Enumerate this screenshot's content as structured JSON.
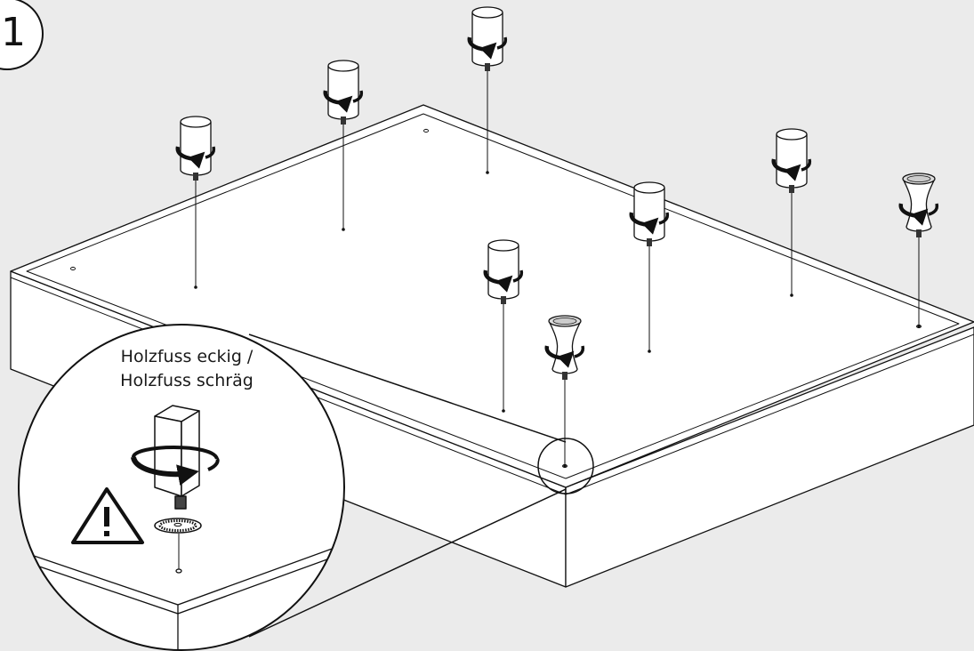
{
  "step": {
    "number": "1"
  },
  "callout": {
    "line1": "Holzfuss eckig /",
    "line2": "Holzfuss schräg"
  },
  "colors": {
    "background": "#ebebeb",
    "panel": "#ffffff",
    "stroke": "#111111"
  },
  "icons": [
    "rotate-arrow-icon",
    "warning-icon",
    "washer-icon",
    "wooden-foot-icon"
  ]
}
